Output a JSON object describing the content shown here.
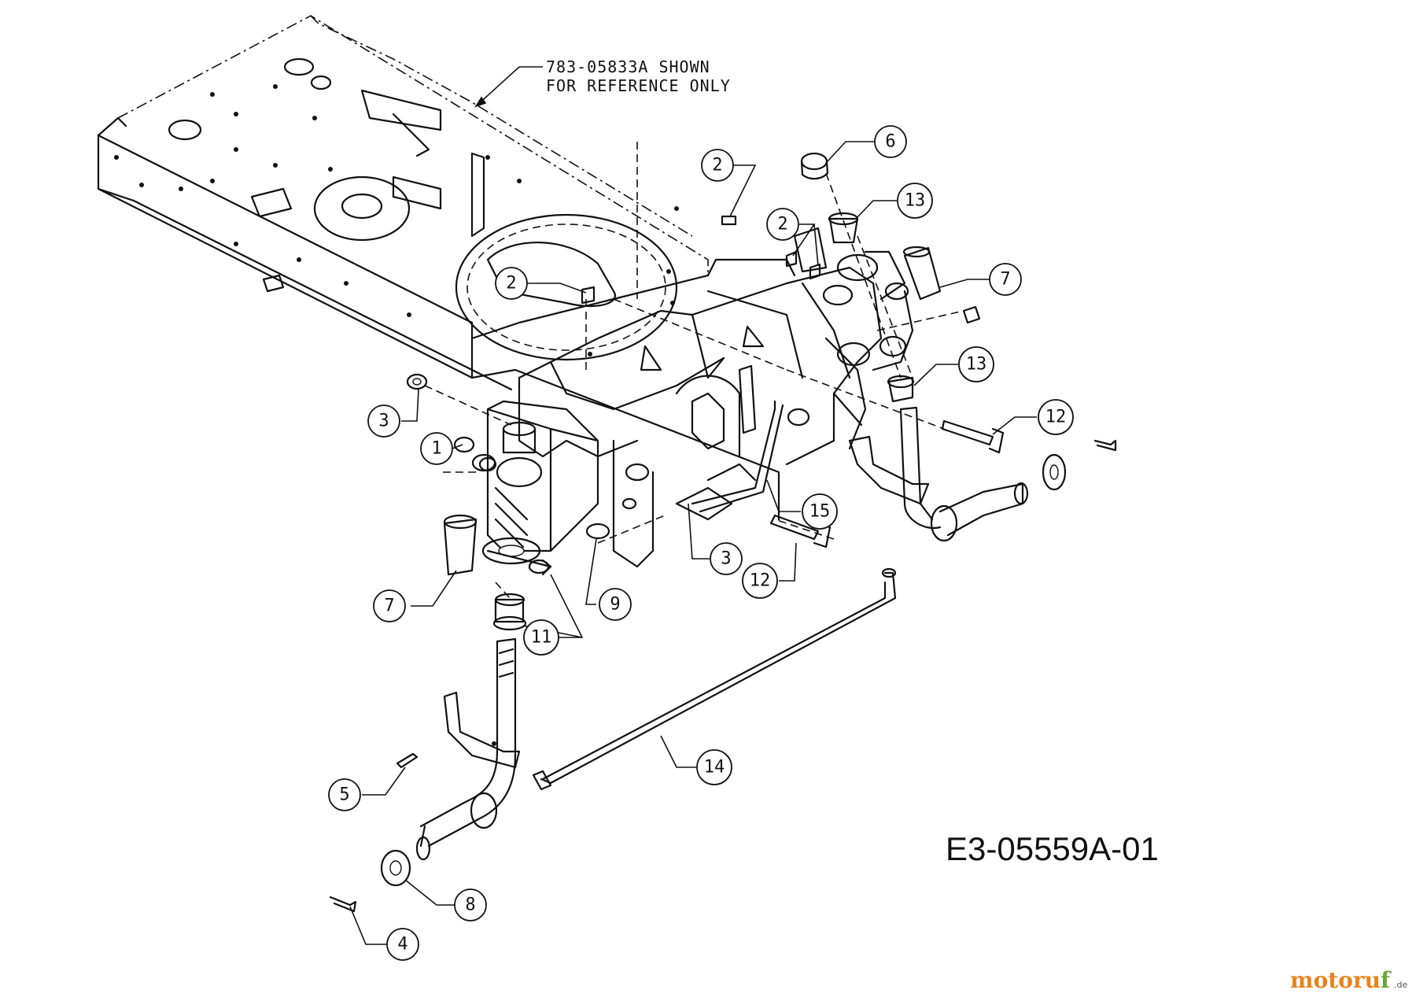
{
  "reference_note": {
    "line1": "783-05833A SHOWN",
    "line2": "FOR REFERENCE ONLY"
  },
  "drawing_number": "E3-05559A-01",
  "watermark": {
    "brand_orange": "motoru",
    "brand_green": "f",
    "suffix": ".de",
    "orange_color": "#e8841a",
    "green_color": "#6aa33a"
  },
  "callouts": [
    {
      "id": "c-2a",
      "label": "2"
    },
    {
      "id": "c-6",
      "label": "6"
    },
    {
      "id": "c-13a",
      "label": "13"
    },
    {
      "id": "c-2b",
      "label": "2"
    },
    {
      "id": "c-7a",
      "label": "7"
    },
    {
      "id": "c-2c",
      "label": "2"
    },
    {
      "id": "c-13b",
      "label": "13"
    },
    {
      "id": "c-12a",
      "label": "12"
    },
    {
      "id": "c-3a",
      "label": "3"
    },
    {
      "id": "c-1",
      "label": "1"
    },
    {
      "id": "c-15",
      "label": "15"
    },
    {
      "id": "c-3b",
      "label": "3"
    },
    {
      "id": "c-12b",
      "label": "12"
    },
    {
      "id": "c-7b",
      "label": "7"
    },
    {
      "id": "c-9",
      "label": "9"
    },
    {
      "id": "c-11",
      "label": "11"
    },
    {
      "id": "c-14",
      "label": "14"
    },
    {
      "id": "c-5",
      "label": "5"
    },
    {
      "id": "c-8",
      "label": "8"
    },
    {
      "id": "c-4",
      "label": "4"
    }
  ]
}
